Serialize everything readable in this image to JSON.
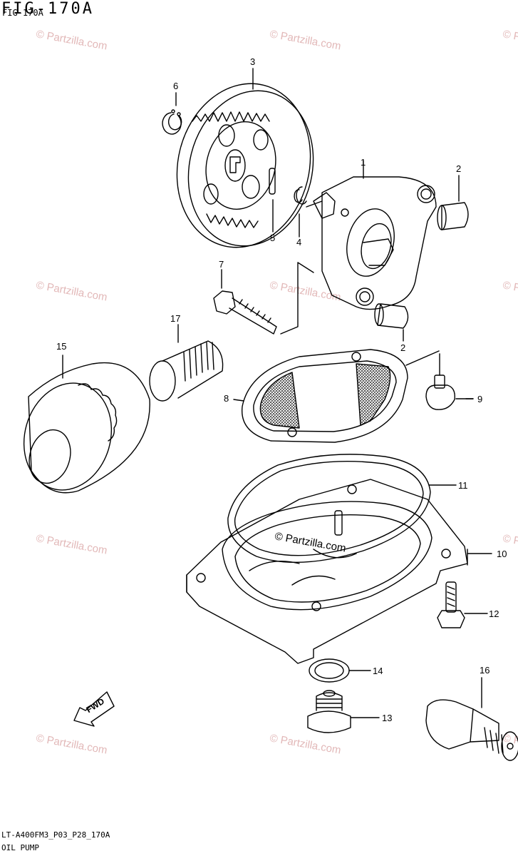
{
  "figure": {
    "title": "FIG-170A",
    "subtitle": "FIG-170A"
  },
  "callouts": {
    "n1": "1",
    "n2a": "2",
    "n2b": "2",
    "n3": "3",
    "n4": "4",
    "n5": "5",
    "n6": "6",
    "n7": "7",
    "n8": "8",
    "n9": "9",
    "n10": "10",
    "n11": "11",
    "n12": "12",
    "n13": "13",
    "n14": "14",
    "n15": "15",
    "n16": "16",
    "n17": "17"
  },
  "fwd_label": "FWD",
  "watermark": "© Partzilla.com",
  "footer": {
    "code": "LT-A400FM3_P03_P28_170A",
    "name": "OIL PUMP"
  }
}
